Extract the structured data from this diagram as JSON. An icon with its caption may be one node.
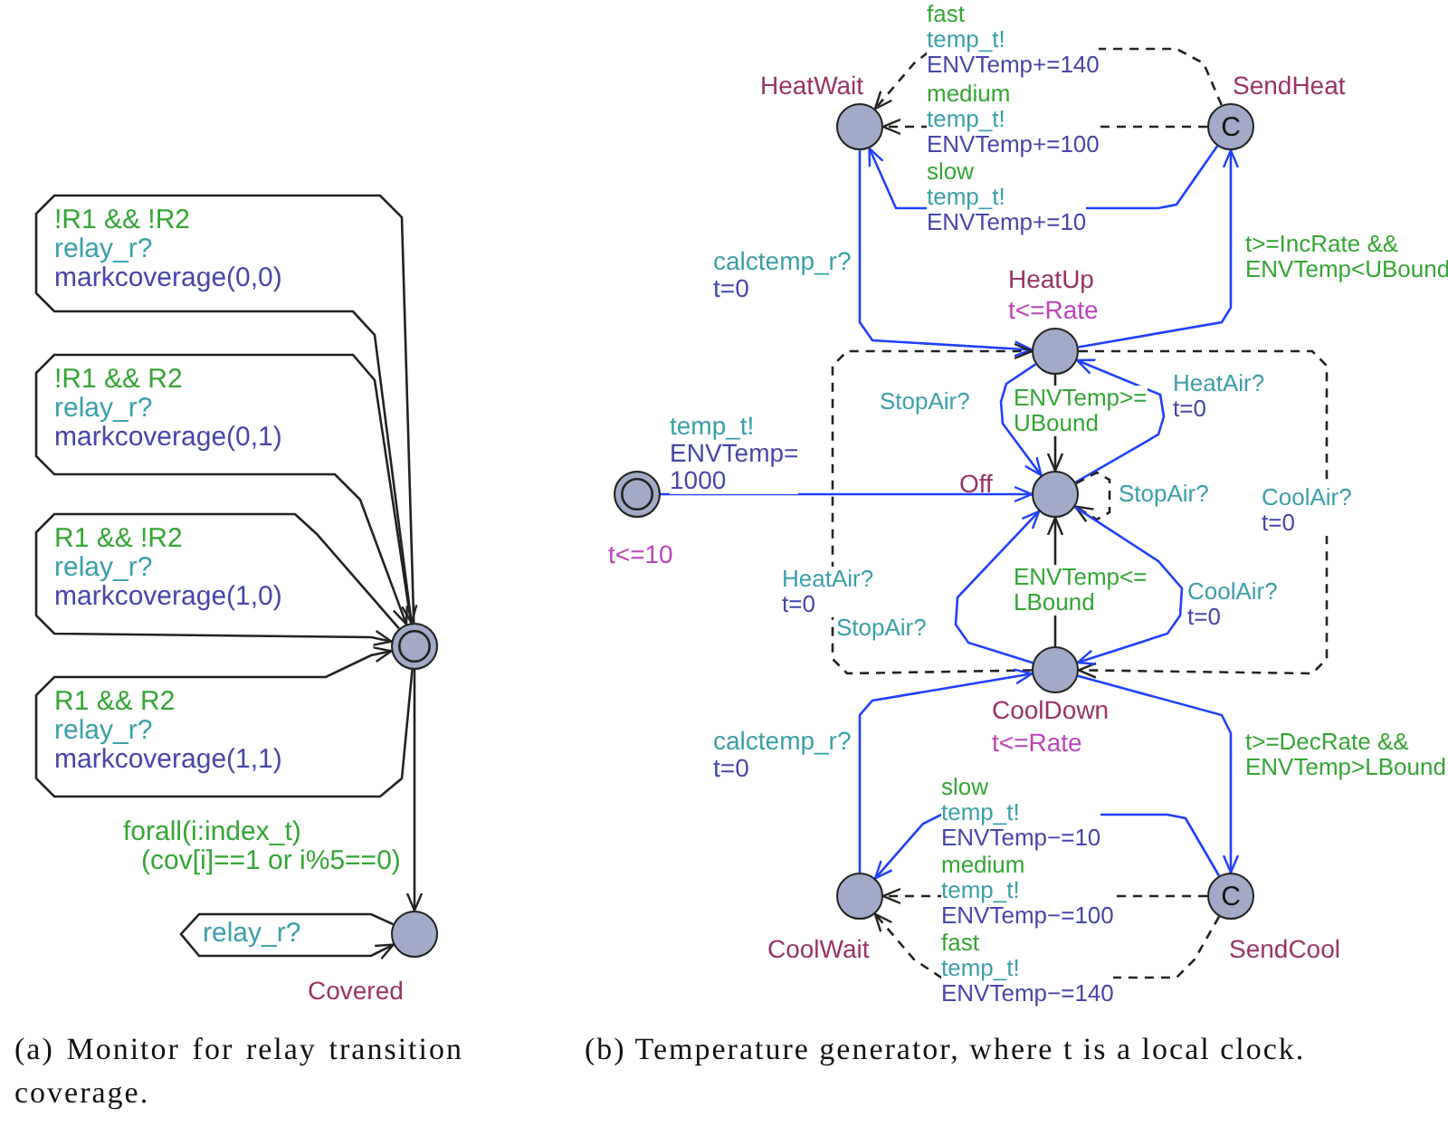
{
  "diagram": {
    "nodes": [
      {
        "text": [],
        "shape": "circle"
      },
      {
        "text": [
          "Covered"
        ]
      },
      {
        "text": [],
        "shape": "circle",
        "beside": [
          "t<=10"
        ]
      },
      {
        "text": [
          "HeatWait"
        ]
      },
      {
        "text": [
          "SendHeat",
          "C"
        ]
      },
      {
        "text": [
          "HeatUp"
        ],
        "beside": [
          "t<=Rate"
        ]
      },
      {
        "text": [
          "Off"
        ]
      },
      {
        "text": [
          "CoolDown"
        ],
        "beside": [
          "t<=Rate"
        ]
      },
      {
        "text": [
          "CoolWait"
        ]
      },
      {
        "text": [
          "C",
          "SendCool"
        ]
      }
    ],
    "edges": [
      {
        "from": 0,
        "to": 0,
        "arrow": "to",
        "label": "!R1 && !R2 relay_r? markcoverage(0,0)"
      },
      {
        "from": 0,
        "to": 0,
        "arrow": "to",
        "label": "!R1 && R2 relay_r? markcoverage(0,1)"
      },
      {
        "from": 0,
        "to": 0,
        "arrow": "to",
        "label": "R1 && !R2 relay_r? markcoverage(1,0)"
      },
      {
        "from": 0,
        "to": 0,
        "arrow": "to",
        "label": "R1 && R2 relay_r? markcoverage(1,1)"
      },
      {
        "from": 0,
        "to": 1,
        "arrow": "to",
        "label": "forall(i:index_t) (cov[i]==1 or i%5==0)"
      },
      {
        "from": 1,
        "to": 1,
        "arrow": "to",
        "label": "relay_r?"
      },
      {
        "from": 2,
        "to": 6,
        "arrow": "to",
        "label": "temp_t! ENVTemp= 1000",
        "color": "#2040ff"
      },
      {
        "from": 3,
        "to": 5,
        "arrow": "to",
        "label": "calctemp_r? t=0",
        "color": "#2040ff"
      },
      {
        "from": 5,
        "to": 4,
        "arrow": "to",
        "label": "t>=IncRate && ENVTemp<UBound",
        "color": "#2040ff"
      },
      {
        "from": 4,
        "to": 3,
        "arrow": "to",
        "label": "fast temp_t! ENVTemp+=140",
        "style": "dashed"
      },
      {
        "from": 4,
        "to": 3,
        "arrow": "to",
        "label": "medium temp_t! ENVTemp+=100",
        "style": "dashed"
      },
      {
        "from": 4,
        "to": 3,
        "arrow": "to",
        "label": "slow temp_t! ENVTemp+=10",
        "color": "#2040ff"
      },
      {
        "from": 5,
        "to": 6,
        "arrow": "to",
        "label": "ENVTemp>= UBound"
      },
      {
        "from": 5,
        "to": 6,
        "arrow": "to",
        "label": "StopAir?",
        "color": "#2040ff"
      },
      {
        "from": 6,
        "to": 5,
        "arrow": "to",
        "label": "HeatAir? t=0",
        "color": "#2040ff"
      },
      {
        "from": 6,
        "to": 6,
        "arrow": "to",
        "label": "StopAir?",
        "style": "dashed"
      },
      {
        "from": 5,
        "to": 7,
        "arrow": "to",
        "label": "CoolAir? t=0",
        "style": "dashed"
      },
      {
        "from": 7,
        "to": 5,
        "arrow": "to",
        "label": "HeatAir? t=0",
        "style": "dashed"
      },
      {
        "from": 7,
        "to": 6,
        "arrow": "to",
        "label": "ENVTemp<= LBound"
      },
      {
        "from": 7,
        "to": 6,
        "arrow": "to",
        "label": "StopAir?",
        "color": "#2040ff"
      },
      {
        "from": 6,
        "to": 7,
        "arrow": "to",
        "label": "CoolAir? t=0",
        "color": "#2040ff"
      },
      {
        "from": 8,
        "to": 7,
        "arrow": "to",
        "label": "calctemp_r? t=0",
        "color": "#2040ff"
      },
      {
        "from": 7,
        "to": 9,
        "arrow": "to",
        "label": "t>=DecRate && ENVTemp>LBound",
        "color": "#2040ff"
      },
      {
        "from": 9,
        "to": 8,
        "arrow": "to",
        "label": "slow temp_t! ENVTemp−=10",
        "color": "#2040ff"
      },
      {
        "from": 9,
        "to": 8,
        "arrow": "to",
        "label": "medium temp_t! ENVTemp−=100",
        "style": "dashed"
      },
      {
        "from": 9,
        "to": 8,
        "arrow": "to",
        "label": "fast temp_t! ENVTemp−=140",
        "style": "dashed"
      }
    ],
    "labels": [
      "(a) Monitor for relay transition coverage.",
      "(b) Temperature generator, where t is a local clock."
    ]
  }
}
